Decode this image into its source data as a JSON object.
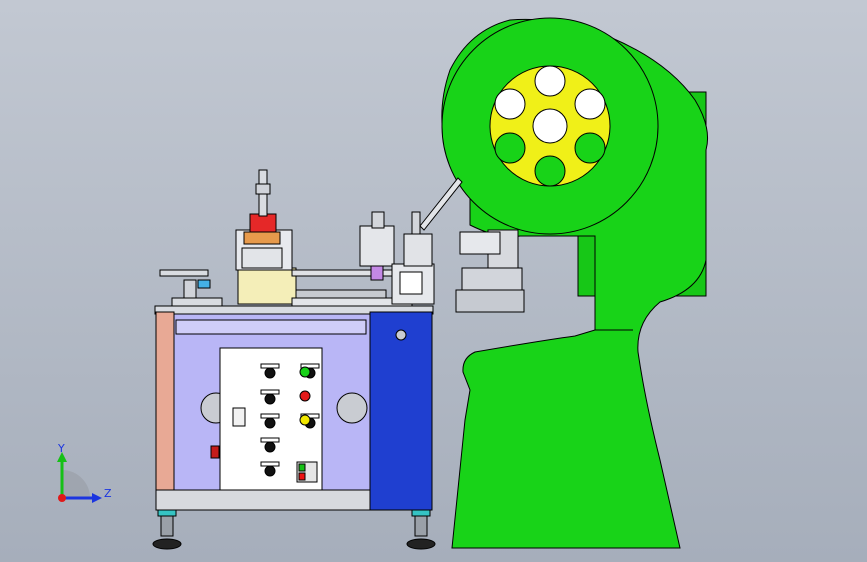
{
  "viewport": {
    "background_top": "#c2c8d2",
    "background_bottom": "#a6aebb"
  },
  "colors": {
    "press_green": "#18d318",
    "flywheel_yellow": "#f0f018",
    "cabinet_blue": "#1f3fd0",
    "panel_lavender": "#b9b6f6",
    "copper_post": "#e8a995",
    "control_panel": "#ffffff",
    "machine_cream": "#f4eeb8",
    "feed_head_orange": "#e79a4c",
    "metal_gray": "#c9ccd2"
  },
  "control_panel": {
    "knobs": 7,
    "indicators": [
      {
        "name": "green-indicator-light",
        "color": "#17d117"
      },
      {
        "name": "red-indicator-light",
        "color": "#e41b1b"
      },
      {
        "name": "yellow-indicator-light",
        "color": "#f2e800"
      }
    ]
  },
  "triad": {
    "y_label": "Y",
    "z_label": "Z",
    "y_color": "#16c016",
    "z_color": "#1b35e0",
    "x_color": "#e01818"
  }
}
